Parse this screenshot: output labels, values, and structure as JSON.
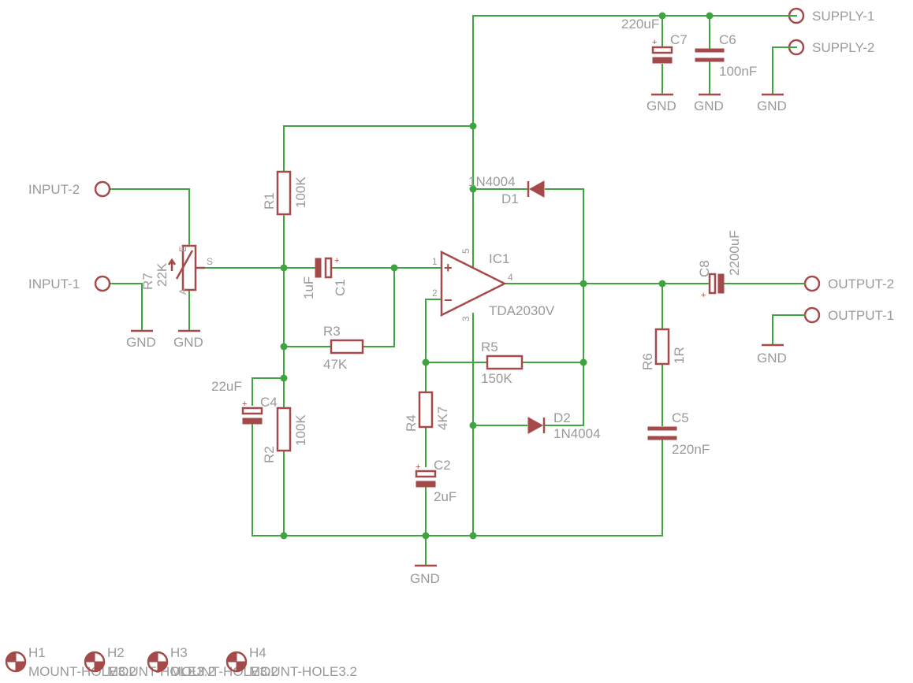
{
  "connectors": {
    "supply1": "SUPPLY-1",
    "supply2": "SUPPLY-2",
    "input2": "INPUT-2",
    "input1": "INPUT-1",
    "output2": "OUTPUT-2",
    "output1": "OUTPUT-1"
  },
  "gnd": "GND",
  "components": {
    "r1": {
      "name": "R1",
      "value": "100K"
    },
    "r2": {
      "name": "R2",
      "value": "100K"
    },
    "r3": {
      "name": "R3",
      "value": "47K"
    },
    "r4": {
      "name": "R4",
      "value": "4K7"
    },
    "r5": {
      "name": "R5",
      "value": "150K"
    },
    "r6": {
      "name": "R6",
      "value": "1R"
    },
    "r7": {
      "name": "R7",
      "value": "22K",
      "pin_e": "E",
      "pin_a": "A",
      "pin_s": "S"
    },
    "c1": {
      "name": "C1",
      "value": "1uF"
    },
    "c2": {
      "name": "C2",
      "value": "2uF"
    },
    "c4": {
      "name": "C4",
      "value": "22uF"
    },
    "c5": {
      "name": "C5",
      "value": "220nF"
    },
    "c6": {
      "name": "C6",
      "value": "100nF"
    },
    "c7": {
      "name": "C7",
      "value": "220uF"
    },
    "c8": {
      "name": "C8",
      "value": "2200uF"
    },
    "d1": {
      "name": "D1",
      "value": "1N4004"
    },
    "d2": {
      "name": "D2",
      "value": "1N4004"
    },
    "ic1": {
      "name": "IC1",
      "value": "TDA2030V",
      "pins": [
        "1",
        "2",
        "3",
        "4",
        "5"
      ],
      "plus": "+",
      "minus": "−"
    }
  },
  "polarity_mark": "+",
  "mount_holes": [
    {
      "name": "H1",
      "value": "MOUNT-HOLE3.2"
    },
    {
      "name": "H2",
      "value": "MOUNT-HOLE3.2"
    },
    {
      "name": "H3",
      "value": "MOUNT-HOLE3.2"
    },
    {
      "name": "H4",
      "value": "MOUNT-HOLE3.2"
    }
  ],
  "colors": {
    "wire": "#3fa43f",
    "symbol": "#a54a4a",
    "text": "#9a9a9a"
  }
}
